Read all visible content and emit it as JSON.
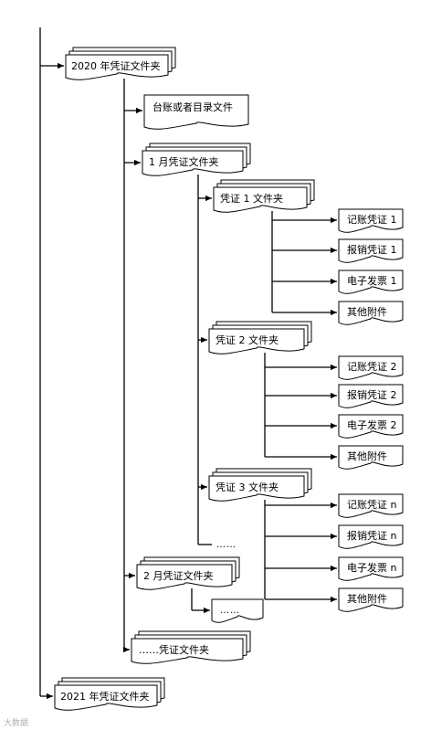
{
  "folders": {
    "y2020": "2020 年凭证文件夹",
    "ledger": "台账或者目录文件",
    "m1": "1 月凭证文件夹",
    "v1": "凭证 1 文件夹",
    "v2": "凭证 2 文件夹",
    "v3": "凭证 3 文件夹",
    "m2": "2 月凭证文件夹",
    "more_voucher": "……凭证文件夹",
    "y2021": "2021 年凭证文件夹"
  },
  "docs": {
    "v1": [
      "记账凭证 1",
      "报销凭证 1",
      "电子发票 1",
      "其他附件"
    ],
    "v2": [
      "记账凭证 2",
      "报销凭证 2",
      "电子发票 2",
      "其他附件"
    ],
    "v3": [
      "记账凭证 n",
      "报销凭证 n",
      "电子发票 n",
      "其他附件"
    ]
  },
  "ellipsis": "……",
  "watermark": "大数据"
}
